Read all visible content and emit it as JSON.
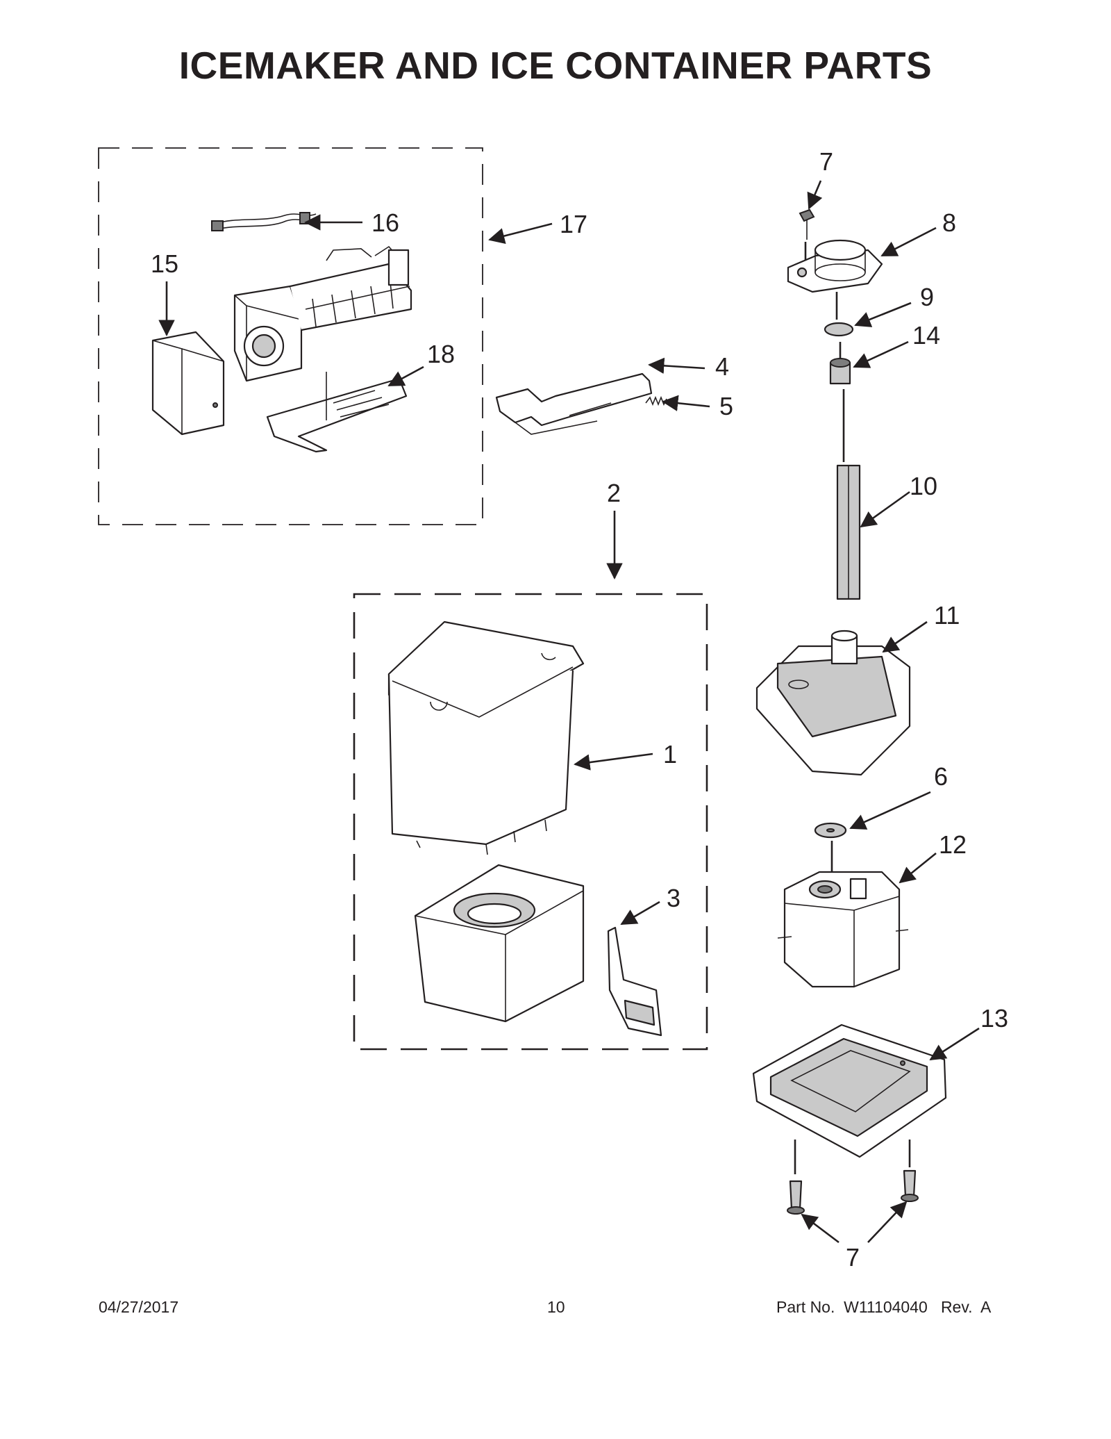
{
  "header": {
    "title": "ICEMAKER AND ICE CONTAINER PARTS"
  },
  "callouts": {
    "c1": "1",
    "c2": "2",
    "c3": "3",
    "c4": "4",
    "c5": "5",
    "c6": "6",
    "c7_top": "7",
    "c7_bottom": "7",
    "c8": "8",
    "c9": "9",
    "c10": "10",
    "c11": "11",
    "c12": "12",
    "c13": "13",
    "c14": "14",
    "c15": "15",
    "c16": "16",
    "c17": "17",
    "c18": "18"
  },
  "footer": {
    "date": "04/27/2017",
    "page": "10",
    "part_no": "Part No.  W11104040   Rev.  A"
  },
  "colors": {
    "line": "#231f20",
    "shade": "#c9c9c9",
    "background": "#ffffff"
  }
}
